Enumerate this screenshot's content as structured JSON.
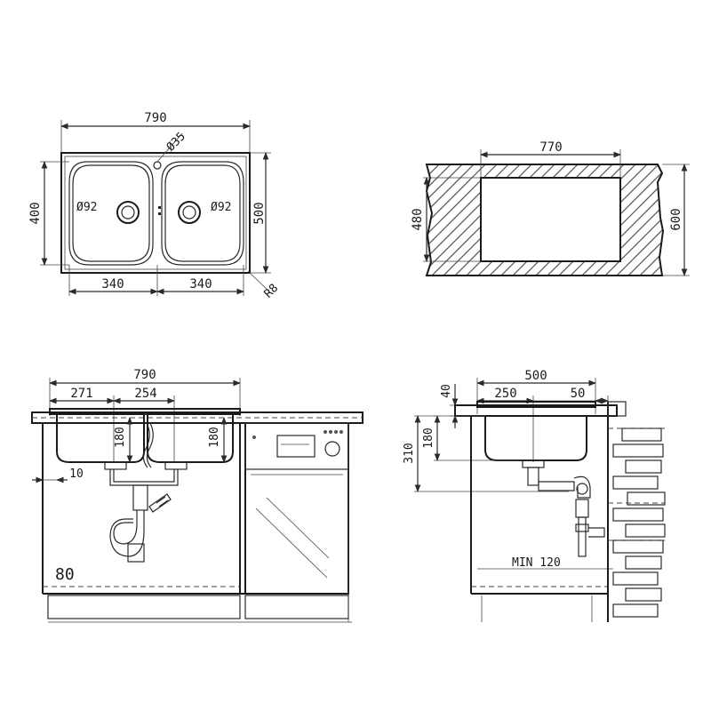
{
  "top_view": {
    "width_overall": "790",
    "height_overall": "500",
    "bowl_height": "400",
    "bowl_width_left": "340",
    "bowl_width_right": "340",
    "tap_hole": "Ø35",
    "drain_left": "Ø92",
    "drain_right": "Ø92",
    "corner_radius": "R8"
  },
  "cutout_view": {
    "cutout_width": "770",
    "cutout_height": "480",
    "cabinet_depth": "600"
  },
  "front_view": {
    "overall_width": "790",
    "offset_left": "271",
    "bowl_spacing": "254",
    "bowl_depth_left": "180",
    "bowl_depth_right": "180",
    "side_gap": "10",
    "cabinet_label": "80"
  },
  "side_view": {
    "depth": "500",
    "front_offset": "250",
    "back_offset": "50",
    "lip_height": "40",
    "bowl_depth": "180",
    "drain_height": "310",
    "min_clearance": "MIN 120"
  }
}
